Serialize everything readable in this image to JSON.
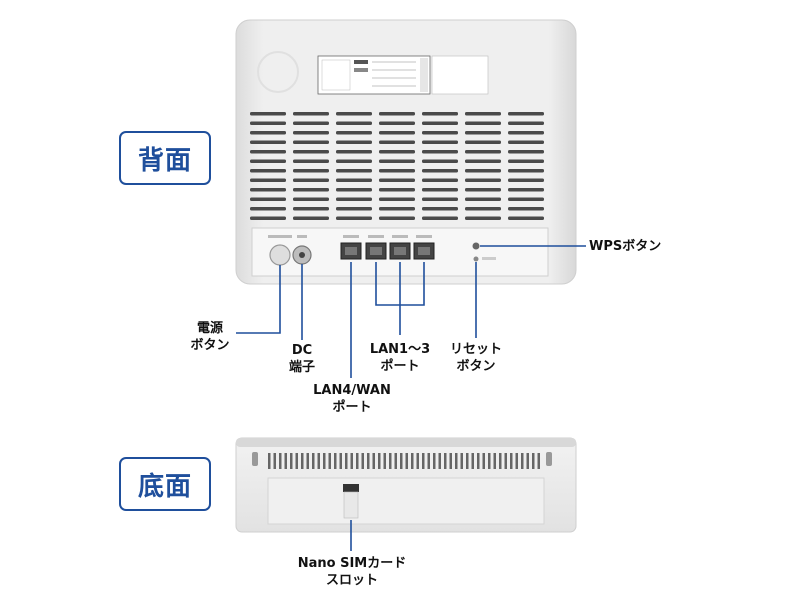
{
  "sections": {
    "back": {
      "label": "背面"
    },
    "bottom": {
      "label": "底面"
    }
  },
  "callouts": {
    "power": {
      "line1": "電源",
      "line2": "ボタン"
    },
    "dc": {
      "line1": "DC",
      "line2": "端子"
    },
    "lan13": {
      "line1": "LAN1～3",
      "line2": "ポート"
    },
    "reset": {
      "line1": "リセット",
      "line2": "ボタン"
    },
    "wps": {
      "line1": "WPSボタン"
    },
    "lan4": {
      "line1": "LAN4/WAN",
      "line2": "ポート"
    },
    "sim": {
      "line1": "Nano SIMカード",
      "line2": "スロット"
    }
  },
  "colors": {
    "accent": "#1f4f9c",
    "leader": "#1f4f9c",
    "device": "#eaeaea"
  }
}
